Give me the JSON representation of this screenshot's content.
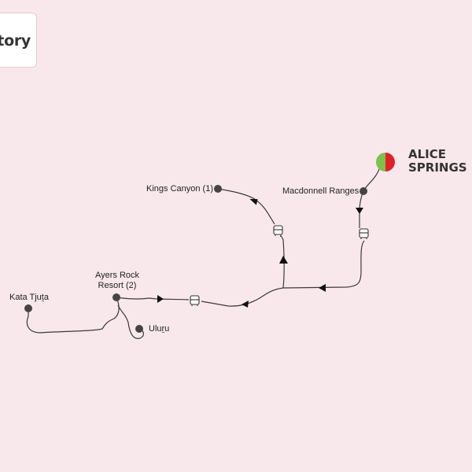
{
  "title_card": {
    "text": "itory"
  },
  "colors": {
    "background": "#f9e8eb",
    "route": "#3a3a3a",
    "stop": "#444444",
    "start_left": "#7cc24a",
    "start_right": "#e0202a"
  },
  "start": {
    "label_line1": "ALICE",
    "label_line2": "SPRINGS"
  },
  "stops": [
    {
      "label": "Macdonnell Ranges"
    },
    {
      "label": "Kings Canyon (1)"
    },
    {
      "label_line1": "Ayers Rock",
      "label_line2": "Resort (2)"
    },
    {
      "label": "Kata Tjuṯa"
    },
    {
      "label": "Uluṟu"
    }
  ],
  "transport_icons": [
    "bus-icon",
    "bus-icon",
    "bus-icon"
  ]
}
